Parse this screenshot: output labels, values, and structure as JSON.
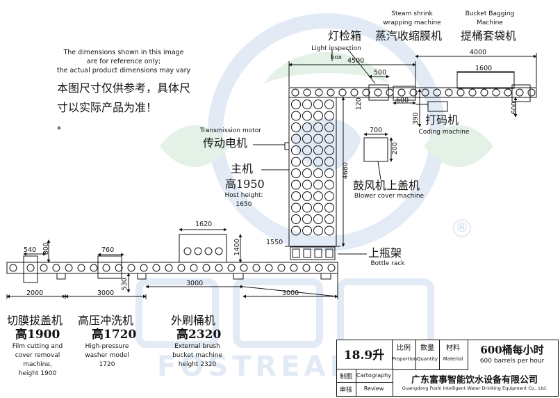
{
  "note": {
    "en_line1": "The dimensions shown in this image",
    "en_line2": "are for reference only;",
    "en_line3": "the actual product dimensions may vary",
    "cn_line1": "本图尺寸仅供参考，具体尺",
    "cn_line2": "寸以实际产品为准！",
    "star": "*"
  },
  "labels": {
    "steam_en1": "Steam shrink",
    "steam_en2": "wrapping machine",
    "steam_cn": "蒸汽收缩膜机",
    "bucket_en1": "Bucket Bagging",
    "bucket_en2": "Machine",
    "bucket_cn": "提桶套袋机",
    "light_cn": "灯检箱",
    "light_en1": "Light inspection",
    "light_en2": "box",
    "coding_cn": "打码机",
    "coding_en": "Coding machine",
    "motor_en": "Transmission  motor",
    "motor_cn": "传动电机",
    "main_cn": "主机",
    "main_h_cn": "高1950",
    "main_en1": "Host height:",
    "main_en2": "1650",
    "blower_cn": "鼓风机上盖机",
    "blower_en": "Blower cover machine",
    "rack_cn": "上瓶架",
    "rack_en": "Bottle rack",
    "cut_cn": "切膜拔盖机",
    "cut_h": "高1900",
    "cut_en1": "Film cutting and",
    "cut_en2": "cover removal",
    "cut_en3": "machine,",
    "cut_en4": "height 1900",
    "wash_cn": "高压冲洗机",
    "wash_h": "高1720",
    "wash_en1": "High-pressure",
    "wash_en2": "washer model",
    "wash_en3": "1720",
    "brush_cn": "外刷桶机",
    "brush_h": "高2320",
    "brush_en1": "External brush",
    "brush_en2": "bucket machine",
    "brush_en3": "height 2320"
  },
  "dims": {
    "d4500": "4500",
    "d4000": "4000",
    "d1600": "1600",
    "d500": "500",
    "d600a": "600",
    "d600b": "600",
    "d390": "390",
    "d120": "120",
    "d700": "700",
    "d200": "200",
    "d4680": "4680",
    "d1550": "1550",
    "d1620": "1620",
    "d1400": "1400",
    "d540": "540",
    "d800": "800",
    "d760": "760",
    "d530": "530",
    "d2000": "2000",
    "d3000a": "3000",
    "d3000b": "3000",
    "d3000c": "3000"
  },
  "title_block": {
    "area": "18.9升",
    "col_ratio_cn": "比例",
    "col_ratio_en": "Proportion",
    "col_qty_cn": "数量",
    "col_qty_en": "Quantity",
    "col_mat_cn": "材料",
    "col_mat_en": "Material",
    "capacity_cn": "600桶每小时",
    "capacity_en": "600 barrels per hour",
    "draw_cn": "制图",
    "draw_en": "Cartography",
    "review_cn": "审核",
    "review_en": "Review",
    "company_cn": "广东富事智能饮水设备有限公司",
    "company_en": "Guangdong Fushi Intelligent Water Drinking Equipment Co., Ltd."
  },
  "watermark": {
    "brand": "FOSTREAM",
    "registered": "®"
  },
  "colors": {
    "line": "#111111",
    "watermark_green": "#2e9a4a",
    "watermark_blue": "#2a66b8"
  }
}
